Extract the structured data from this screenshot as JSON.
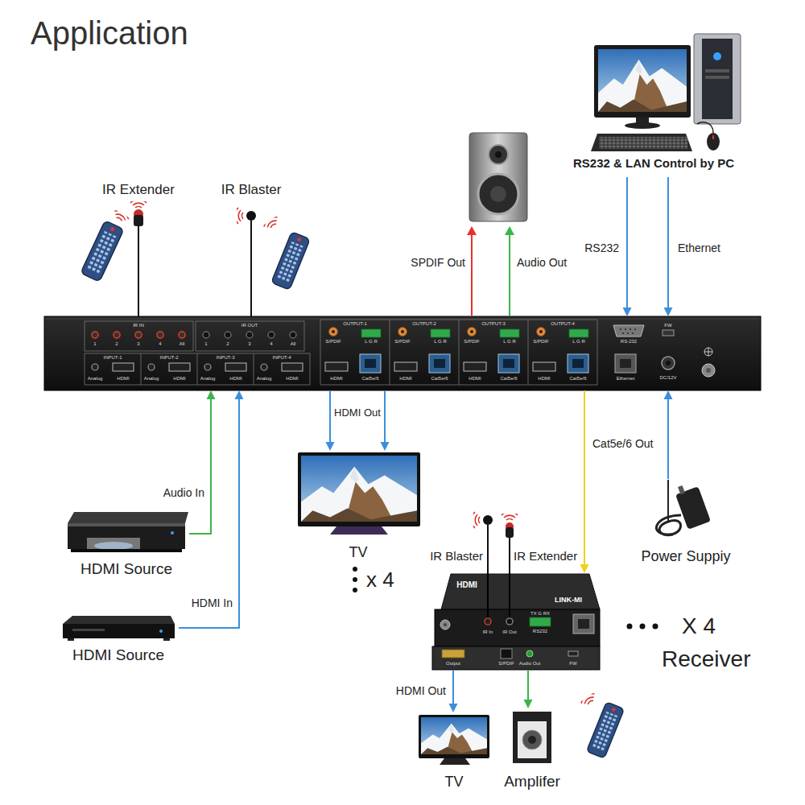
{
  "diagram": {
    "title": "Application",
    "nodes": [
      {
        "text": [
          "IR Extender"
        ]
      },
      {
        "text": [
          "IR Blaster"
        ]
      },
      {
        "text": [
          "RS232 & LAN Control by PC"
        ]
      },
      {
        "text": [
          "IR IN",
          "1",
          "2",
          "3",
          "4",
          "All",
          "IR OUT",
          "1",
          "2",
          "3",
          "4",
          "All",
          "INPUT-1",
          "Analog",
          "HDMI",
          "INPUT-2",
          "Analog",
          "HDMI",
          "INPUT-3",
          "Analog",
          "HDMI",
          "INPUT-4",
          "Analog",
          "HDMI",
          "OUTPUT-1",
          "S/PDIF",
          "L G R",
          "HDMI",
          "Cat5e/6",
          "OUTPUT-2",
          "S/PDIF",
          "L G R",
          "HDMI",
          "Cat5e/6",
          "OUTPUT-3",
          "S/PDIF",
          "L G R",
          "HDMI",
          "Cat5e/6",
          "OUTPUT-4",
          "S/PDIF",
          "L G R",
          "HDMI",
          "Cat5e/6",
          "RS-232",
          "Ethernet",
          "FW",
          "DC/12V"
        ]
      },
      {
        "text": [
          "HDMI Source"
        ]
      },
      {
        "text": [
          "TV"
        ]
      },
      {
        "text": [
          "Power Suppiy"
        ]
      },
      {
        "text": [
          "IR Blaster"
        ]
      },
      {
        "text": [
          "IR Extender"
        ]
      },
      {
        "text": [
          "HDMI",
          "LINK-MI",
          "IR In",
          "IR Out",
          "TX G RX",
          "RS232",
          "Output",
          "S/PDIF",
          "Audio Out",
          "FW"
        ]
      },
      {
        "text": [
          "HDMI Source"
        ]
      },
      {
        "text": [
          "TV"
        ]
      },
      {
        "text": [
          "Amplifer"
        ]
      }
    ],
    "edges": [
      {
        "from": 0,
        "to": 3,
        "arrow": "none"
      },
      {
        "from": 1,
        "to": 3,
        "arrow": "none"
      },
      {
        "from": 2,
        "to": 3,
        "label": "RS232",
        "arrow": "to"
      },
      {
        "from": 2,
        "to": 3,
        "label": "Ethernet",
        "arrow": "to"
      },
      {
        "from": 4,
        "to": 3,
        "label": "Audio In",
        "arrow": "to"
      },
      {
        "from": 10,
        "to": 3,
        "label": "HDMI In",
        "arrow": "to"
      },
      {
        "from": 3,
        "to": 5,
        "label": "HDMI Out",
        "arrow": "to"
      },
      {
        "from": 3,
        "to": 5,
        "arrow": "to"
      },
      {
        "from": 6,
        "to": 3,
        "arrow": "to"
      },
      {
        "from": 3,
        "to": 9,
        "label": "Cat5e/6 Out",
        "arrow": "to"
      },
      {
        "from": 7,
        "to": 9,
        "arrow": "none"
      },
      {
        "from": 8,
        "to": 9,
        "arrow": "none"
      },
      {
        "from": 9,
        "to": 11,
        "label": "HDMI Out",
        "arrow": "to"
      },
      {
        "from": 9,
        "to": 12,
        "arrow": "to"
      }
    ],
    "labels": [
      "SPDIF Out",
      "Audio Out",
      "x 4",
      "X 4",
      "Receiver"
    ]
  }
}
